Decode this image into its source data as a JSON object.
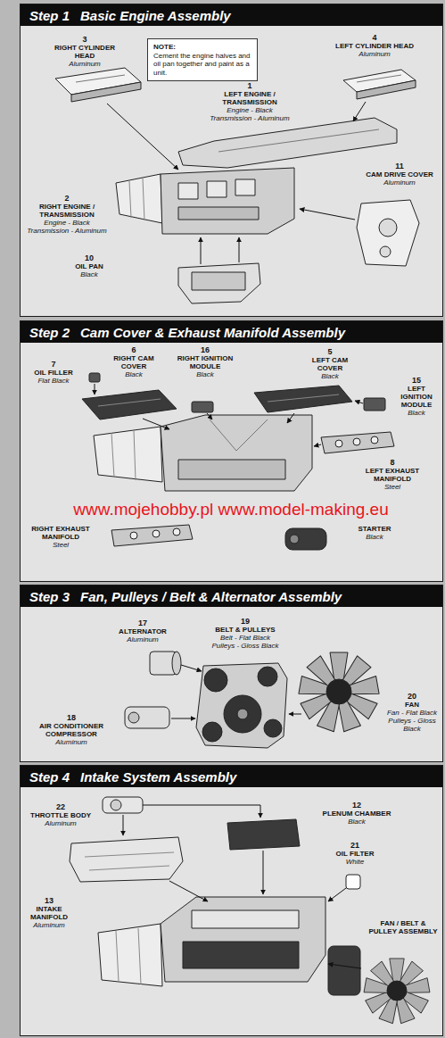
{
  "diagram": {
    "nodes": [
      {
        "text": [
          "Step 1",
          "Basic Engine Assembly"
        ]
      },
      {
        "text": [
          "Step 2",
          "Cam Cover & Exhaust Manifold Assembly"
        ]
      },
      {
        "text": [
          "Step 3",
          "Fan, Pulleys / Belt & Alternator Assembly"
        ]
      },
      {
        "text": [
          "Step 4",
          "Intake System Assembly"
        ]
      },
      {
        "text": [
          "NOTE:",
          "Cement the engine halves and oil pan together and paint as a unit."
        ],
        "in": 0
      }
    ],
    "labels": [
      "3",
      "RIGHT CYLINDER HEAD",
      "Aluminum",
      "4",
      "LEFT CYLINDER HEAD",
      "Aluminum",
      "1",
      "LEFT ENGINE / TRANSMISSION",
      "Engine - Black",
      "Transmission - Aluminum",
      "2",
      "RIGHT ENGINE / TRANSMISSION",
      "Engine - Black",
      "Transmission - Aluminum",
      "11",
      "CAM DRIVE COVER",
      "Aluminum",
      "10",
      "OIL PAN",
      "Black",
      "7",
      "OIL FILLER",
      "Flat Black",
      "6",
      "RIGHT CAM COVER",
      "Black",
      "16",
      "RIGHT IGNITION MODULE",
      "Black",
      "5",
      "LEFT CAM COVER",
      "Black",
      "15",
      "LEFT IGNITION MODULE",
      "Black",
      "8",
      "LEFT EXHAUST MANIFOLD",
      "Steel",
      "www.mojehobby.pl www.model-making.eu",
      "RIGHT EXHAUST MANIFOLD",
      "Steel",
      "STARTER",
      "Black",
      "17",
      "ALTERNATOR",
      "Aluminum",
      "19",
      "BELT & PULLEYS",
      "Belt - Flat Black",
      "Pulleys - Gloss Black",
      "20",
      "FAN",
      "Fan - Flat Black",
      "Pulleys - Gloss Black",
      "18",
      "AIR CONDITIONER COMPRESSOR",
      "Aluminum",
      "22",
      "THROTTLE BODY",
      "Aluminum",
      "12",
      "PLENUM CHAMBER",
      "Black",
      "21",
      "OIL FILTER",
      "White",
      "13",
      "INTAKE MANIFOLD",
      "Aluminum",
      "FAN / BELT & PULLEY ASSEMBLY"
    ]
  }
}
